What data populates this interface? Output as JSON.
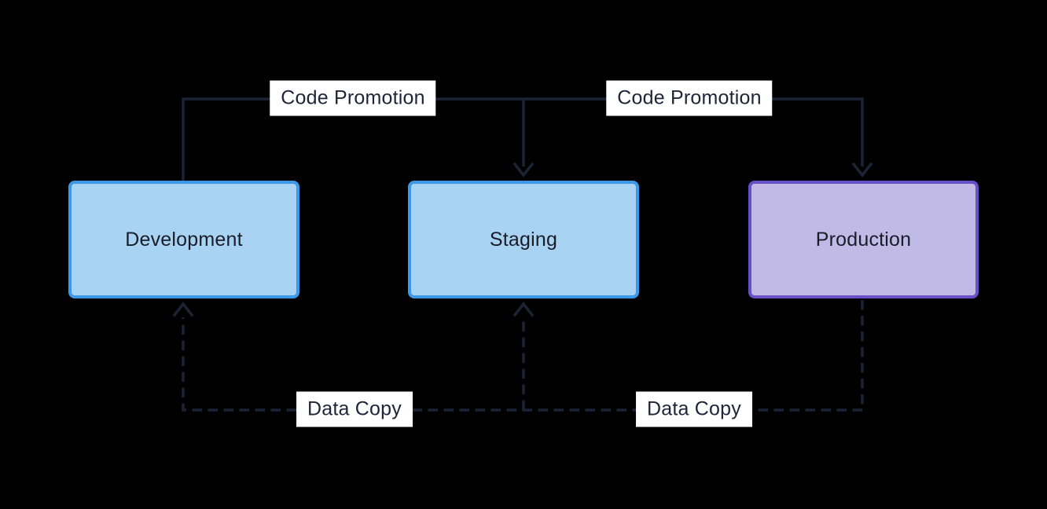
{
  "diagram": {
    "type": "flow-diagram",
    "background": "#000000",
    "nodes": [
      {
        "id": "development",
        "label": "Development",
        "fill": "#a9d3f2",
        "border": "#3c99e8"
      },
      {
        "id": "staging",
        "label": "Staging",
        "fill": "#a9d3f2",
        "border": "#3c99e8"
      },
      {
        "id": "production",
        "label": "Production",
        "fill": "#c1bae7",
        "border": "#6a50c7"
      }
    ],
    "edges": [
      {
        "from": "development",
        "to": "staging",
        "label": "Code Promotion",
        "style": "solid"
      },
      {
        "from": "staging",
        "to": "production",
        "label": "Code Promotion",
        "style": "solid"
      },
      {
        "from": "production",
        "to": "staging",
        "label": "Data Copy",
        "style": "dashed"
      },
      {
        "from": "staging",
        "to": "development",
        "label": "Data Copy",
        "style": "dashed"
      }
    ],
    "colors": {
      "edge_color": "#1b2334",
      "node_text": "#191d27",
      "label_bg": "#ffffff",
      "label_text": "#1d2538"
    }
  }
}
